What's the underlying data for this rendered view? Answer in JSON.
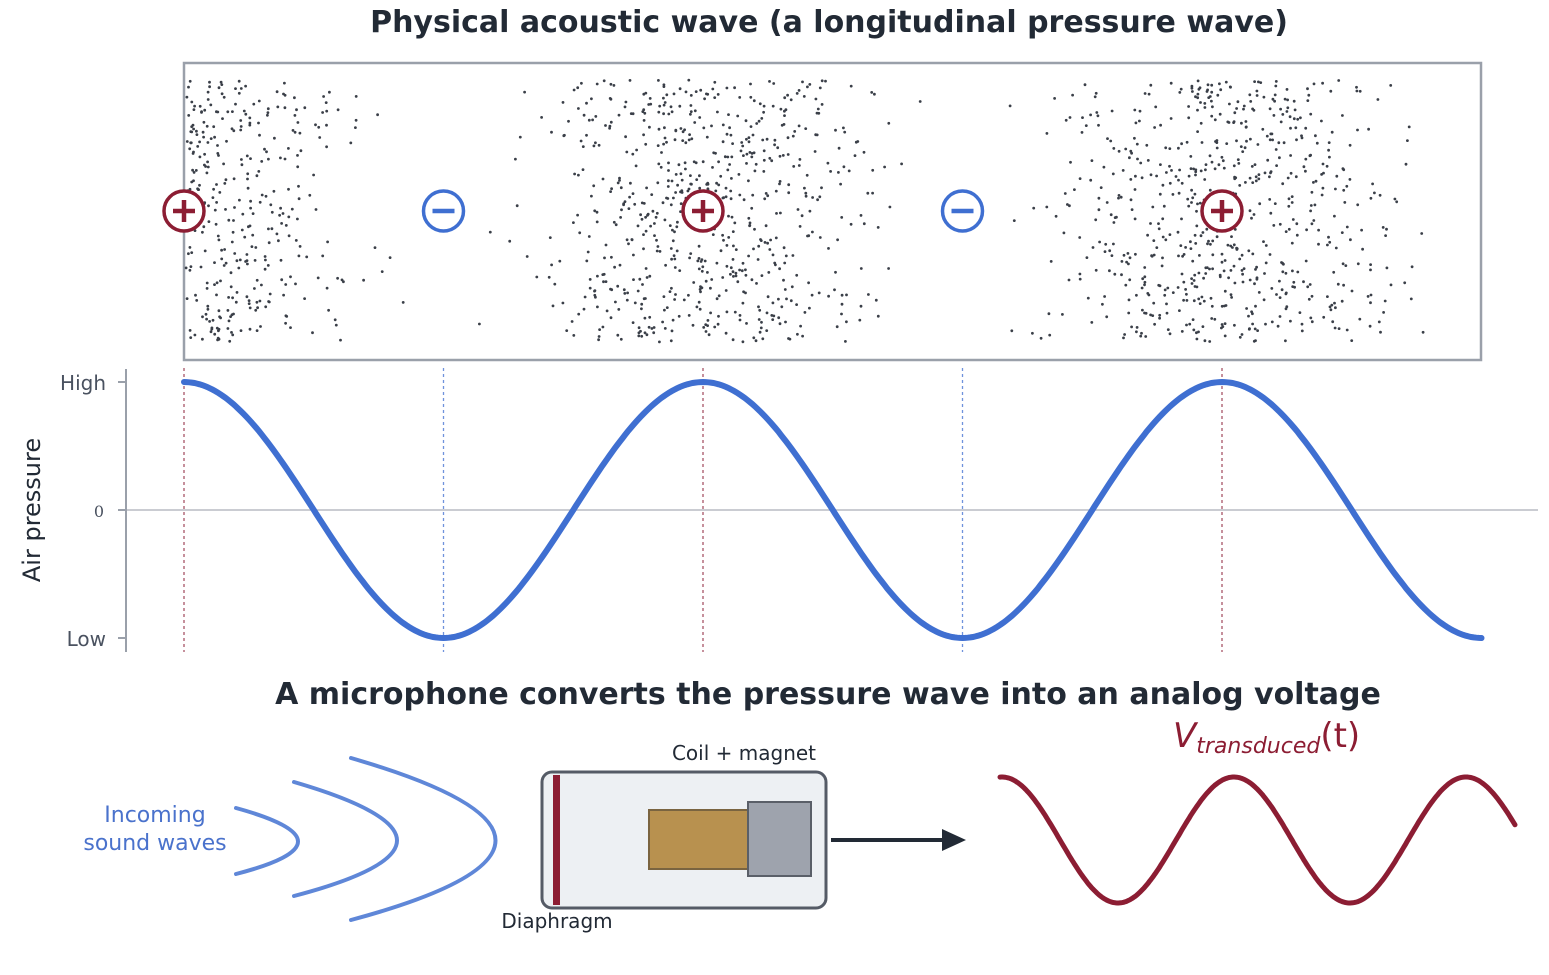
{
  "top_title": "Physical acoustic wave (a longitudinal pressure wave)",
  "bottom_title": "A microphone converts the pressure wave into an analog voltage",
  "pressure_markers": [
    {
      "kind": "compression",
      "symbol": "+"
    },
    {
      "kind": "rarefaction",
      "symbol": "−"
    },
    {
      "kind": "compression",
      "symbol": "+"
    },
    {
      "kind": "rarefaction",
      "symbol": "−"
    },
    {
      "kind": "compression",
      "symbol": "+"
    }
  ],
  "chart_data": {
    "type": "line",
    "ylabel": "Air pressure",
    "yticks": [
      {
        "value": 1,
        "label": "High"
      },
      {
        "value": 0,
        "label": "0"
      },
      {
        "value": -1,
        "label": "Low"
      }
    ],
    "ylim": [
      -1,
      1
    ],
    "x_range_cycles": [
      0,
      2.5
    ],
    "series": [
      {
        "function": "cos",
        "cycles": 2.5,
        "amplitude": 1,
        "color": "#3f6fd1"
      }
    ],
    "markers_at_cycles": [
      0,
      0.5,
      1,
      1.5,
      2
    ]
  },
  "microphone": {
    "incoming_label_line1": "Incoming",
    "incoming_label_line2": "sound waves",
    "coil_label": "Coil + magnet",
    "diaphragm_label": "Diaphragm",
    "voltage_label_main": "V",
    "voltage_label_sub": "transduced",
    "voltage_label_arg": "(t)"
  },
  "colors": {
    "pressure_wave": "#3f6fd1",
    "voltage_wave": "#8c1d33",
    "compression": "#8c1d33",
    "rarefaction": "#3f6fd1",
    "particles": "#3a3f48",
    "coil": "#b8914f",
    "magnet": "#9ea3ad",
    "diaphragm": "#8c1d33"
  }
}
